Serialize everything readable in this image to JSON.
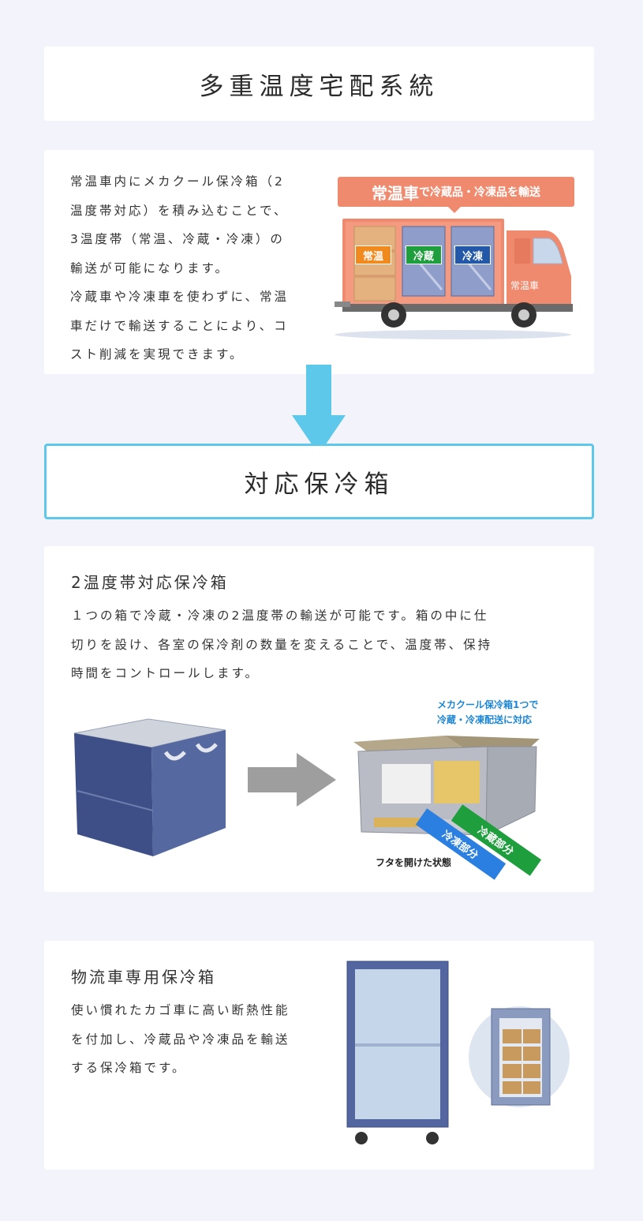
{
  "section1": {
    "title": "多重温度宅配系統",
    "desc_lines": [
      "常温車内にメカクール保冷箱（2",
      "温度帯対応）を積み込むことで、",
      "3温度帯（常温、冷蔵・冷凍）の",
      "輸送が可能になります。",
      "冷蔵車や冷凍車を使わずに、常温",
      "車だけで輸送することにより、コ",
      "スト削減を実現できます。"
    ],
    "truck": {
      "banner_big": "常温車",
      "banner_small": "で冷蔵品・冷凍品を輸送",
      "zone_ambient": "常温",
      "zone_chilled": "冷蔵",
      "zone_frozen": "冷凍",
      "cab_label": "常温車"
    }
  },
  "section2": {
    "title": "対応保冷箱"
  },
  "box1": {
    "heading": "2温度帯対応保冷箱",
    "desc_lines": [
      "１つの箱で冷蔵・冷凍の2温度帯の輸送が可能です。箱の中に仕",
      "切りを設け、各室の保冷剤の数量を変えることで、温度帯、保持",
      "時間をコントロールします。"
    ],
    "callout_line1": "メカクール保冷箱1つで",
    "callout_line2": "冷蔵・冷凍配送に対応",
    "chilled_part": "冷蔵部分",
    "frozen_part": "冷凍部分",
    "caption": "フタを開けた状態"
  },
  "box2": {
    "heading": "物流車専用保冷箱",
    "desc_lines": [
      "使い慣れたカゴ車に高い断熱性能",
      "を付加し、冷蔵品や冷凍品を輸送",
      "する保冷箱です。"
    ]
  },
  "colors": {
    "background": "#f3f3fb",
    "arrow": "#5ec8ea",
    "title_border": "#5ec8ea",
    "truck_body": "#f08a6e",
    "chilled_green": "#1e9e3c",
    "frozen_blue": "#2a7fe0",
    "callout_blue": "#1c86d6"
  }
}
